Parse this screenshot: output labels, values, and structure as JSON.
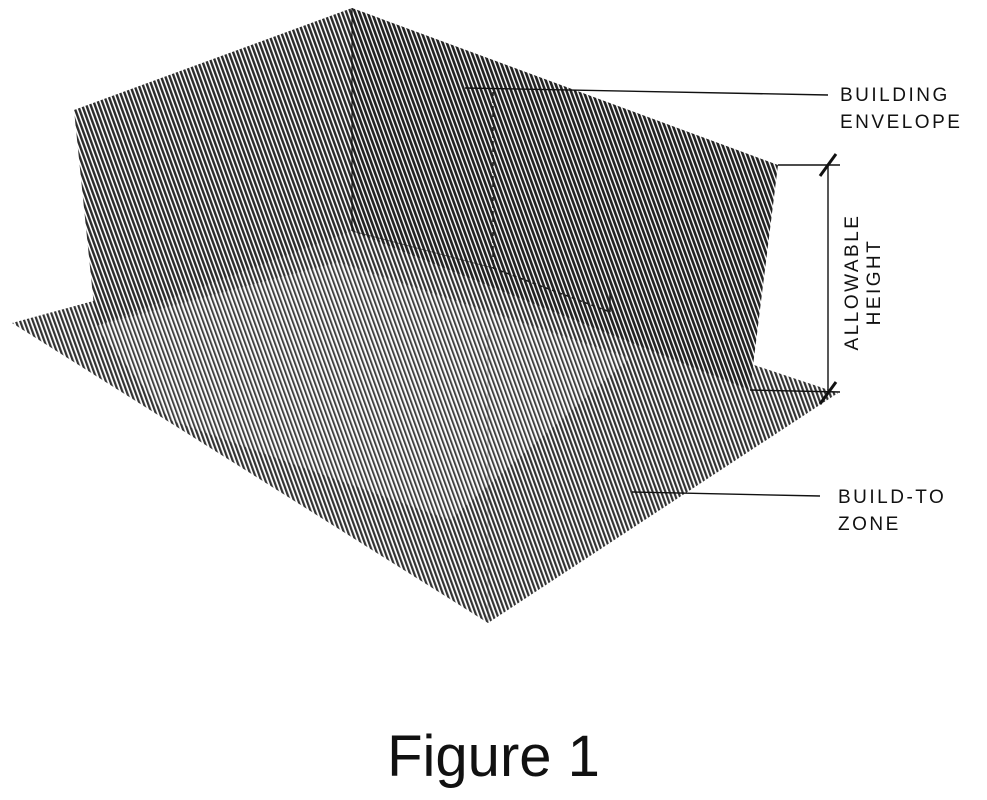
{
  "labels": {
    "building_envelope": {
      "line1": "BUILDING",
      "line2": "ENVELOPE"
    },
    "allowable_height": {
      "line1": "ALLOWABLE",
      "line2": "HEIGHT"
    },
    "build_to_zone": {
      "line1": "BUILD-TO",
      "line2": "ZONE"
    }
  },
  "caption": "Figure 1",
  "colors": {
    "hatch_dark": "#2b2b2b",
    "hatch_light": "#ffffff",
    "line": "#111111"
  }
}
